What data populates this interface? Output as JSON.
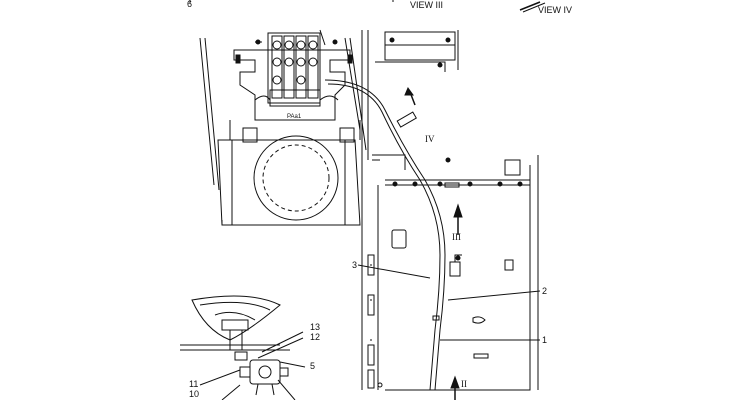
{
  "views": {
    "view_iii": "VIEW III",
    "view_iv": "VIEW IV"
  },
  "callouts": {
    "c1": "1",
    "c2": "2",
    "c3": "3",
    "c5": "5",
    "c6": "6",
    "c10": "10",
    "c11": "11",
    "c12": "12",
    "c13": "13"
  },
  "arrows": {
    "iii": "III",
    "iv": "IV",
    "ii": "II"
  },
  "valve_label": "PAa1"
}
